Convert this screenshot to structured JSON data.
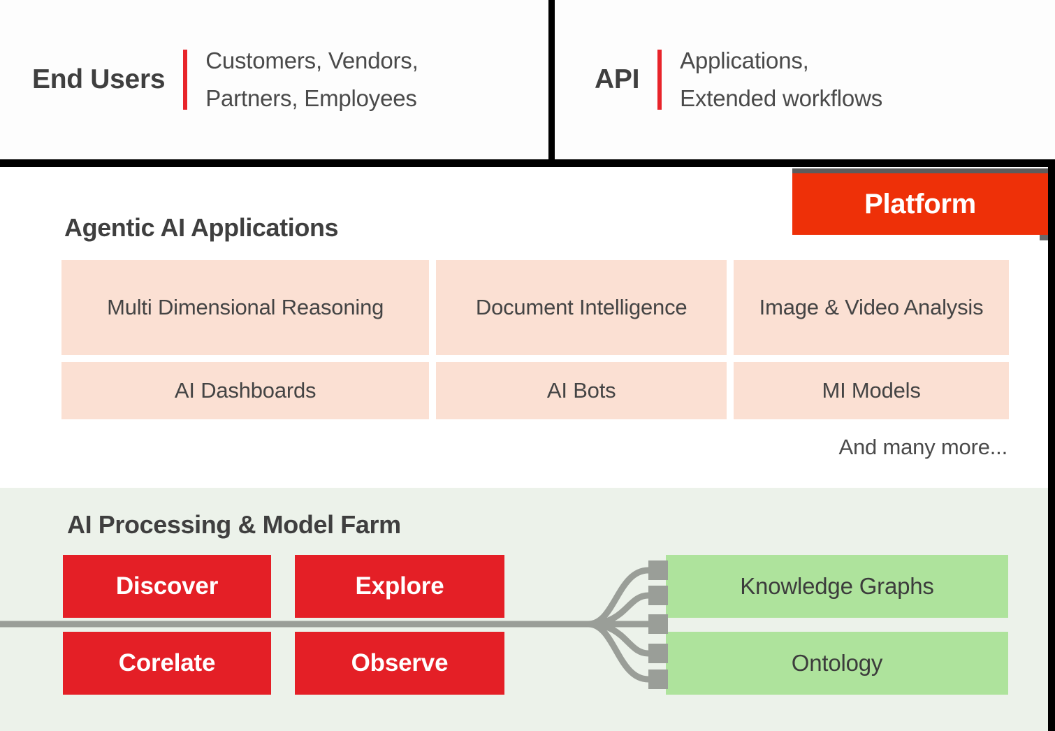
{
  "top": {
    "cells": [
      {
        "label": "End Users",
        "desc_line1": "Customers, Vendors,",
        "desc_line2": "Partners, Employees"
      },
      {
        "label": "API",
        "desc_line1": "Applications,",
        "desc_line2": "Extended workflows"
      }
    ]
  },
  "platform": {
    "badge_label": "Platform"
  },
  "applications": {
    "title": "Agentic AI Applications",
    "columns": [
      {
        "tall": "Multi Dimensional Reasoning",
        "short": "AI Dashboards"
      },
      {
        "tall": "Document Intelligence",
        "short": "AI Bots"
      },
      {
        "tall": "Image & Video Analysis",
        "short": "MI Models"
      }
    ],
    "footnote": "And many more..."
  },
  "processing": {
    "title": "AI Processing &  Model Farm",
    "actions": [
      {
        "label": "Discover"
      },
      {
        "label": "Explore"
      },
      {
        "label": "Corelate"
      },
      {
        "label": "Observe"
      }
    ],
    "outputs": [
      {
        "label": "Knowledge Graphs"
      },
      {
        "label": "Ontology"
      }
    ]
  },
  "colors": {
    "accent_red": "#E41F26",
    "platform_orange": "#EE3008",
    "card_peach": "#FBE0D3",
    "output_green": "#AEE39C",
    "section_green_bg": "#ECF2EA",
    "connector_gray": "#9A9E98",
    "divider_black": "#000000",
    "text_dark": "#3f3f3f"
  }
}
